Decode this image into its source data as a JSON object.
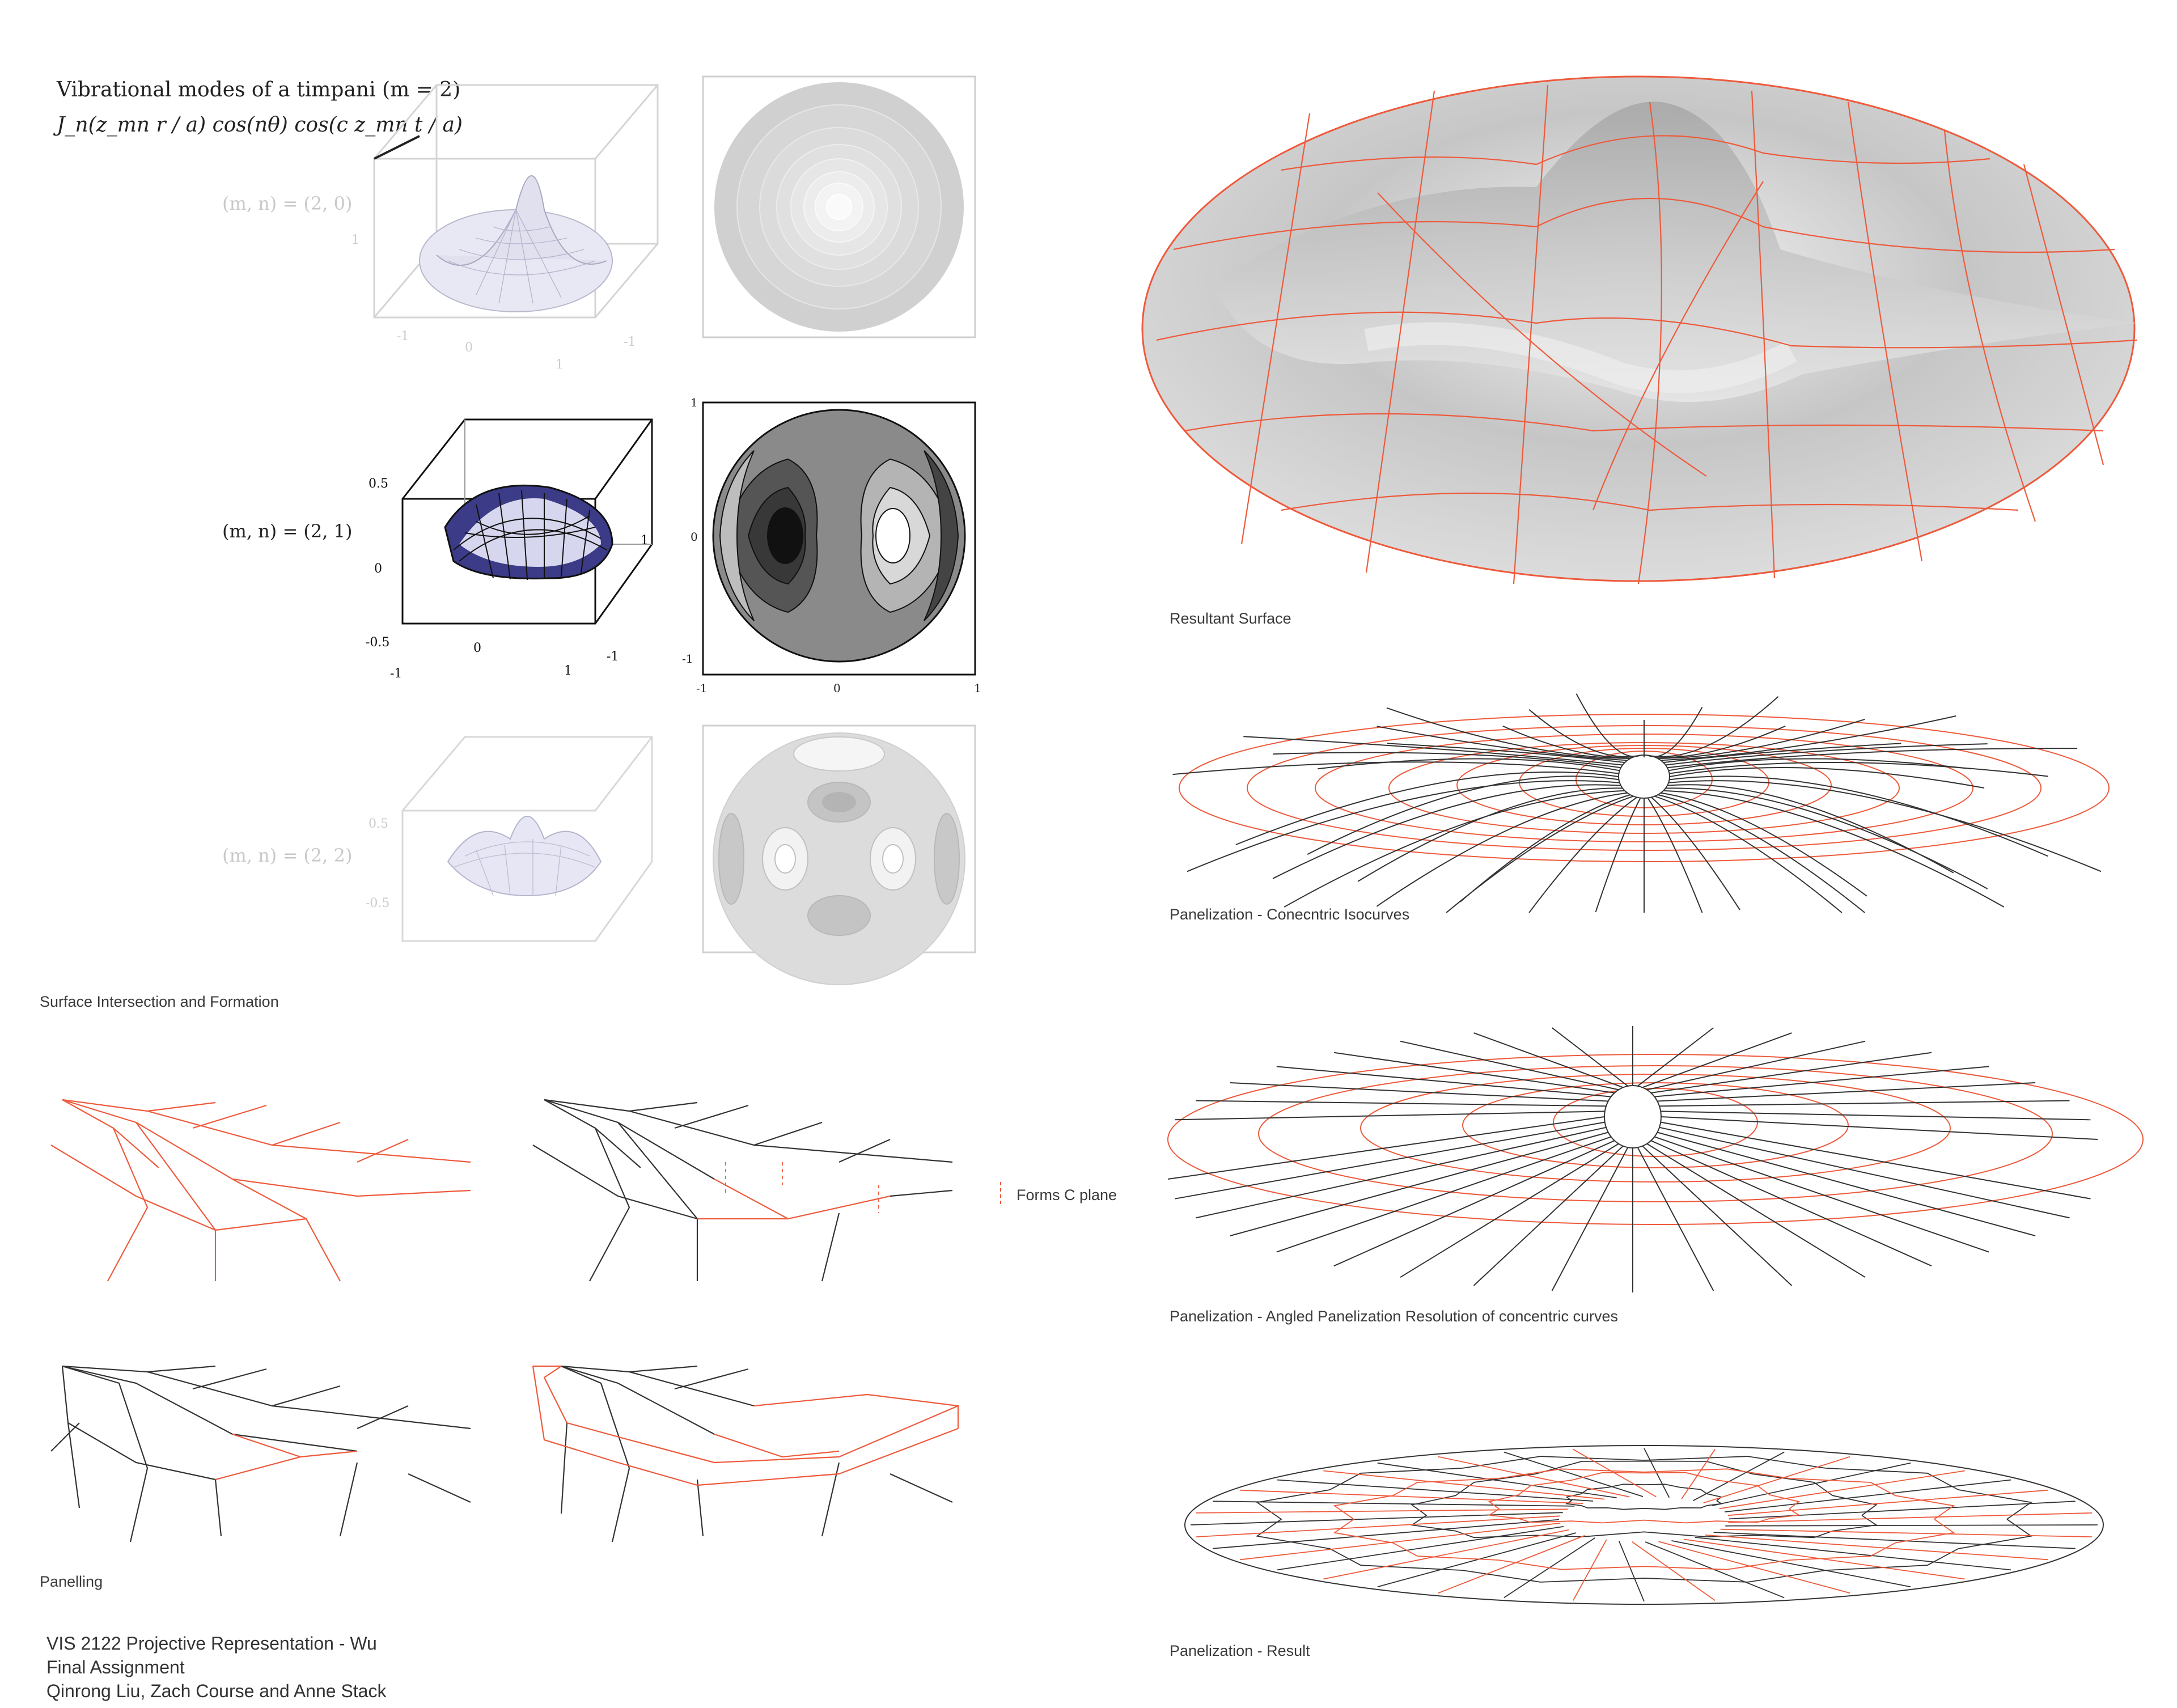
{
  "header": {
    "title": "Vibrational modes of a timpani (m = 2)",
    "formula": "J_n(z_mn r / a) cos(nθ) cos(c z_mn t / a)"
  },
  "modes": [
    {
      "label": "(m, n) = (2, 0)"
    },
    {
      "label": "(m, n) = (2, 1)"
    },
    {
      "label": "(m, n) = (2, 2)"
    }
  ],
  "plot_ticks": {
    "axis_low": "-1",
    "axis_zero": "0",
    "axis_high": "1",
    "z_high": "0.5",
    "z_low": "-0.5"
  },
  "captions": {
    "surface_formation": "Surface Intersection and Formation",
    "resultant_surface": "Resultant Surface",
    "concentric_isocurves": "Panelization - Conecntric Isocurves",
    "angled_panelization": "Panelization - Angled Panelization Resolution of concentric curves",
    "result": "Panelization - Result",
    "panelling": "Panelling"
  },
  "legend": {
    "forms_c_plane": "Forms C plane"
  },
  "credits": {
    "course": "VIS 2122 Projective Representation - Wu",
    "assignment": "Final Assignment",
    "authors": "Qinrong Liu, Zach Course and Anne Stack"
  },
  "colors": {
    "accent_line": "#ee5a3c",
    "dark_line": "#333333",
    "surface_grey": "#b8b8b8"
  }
}
